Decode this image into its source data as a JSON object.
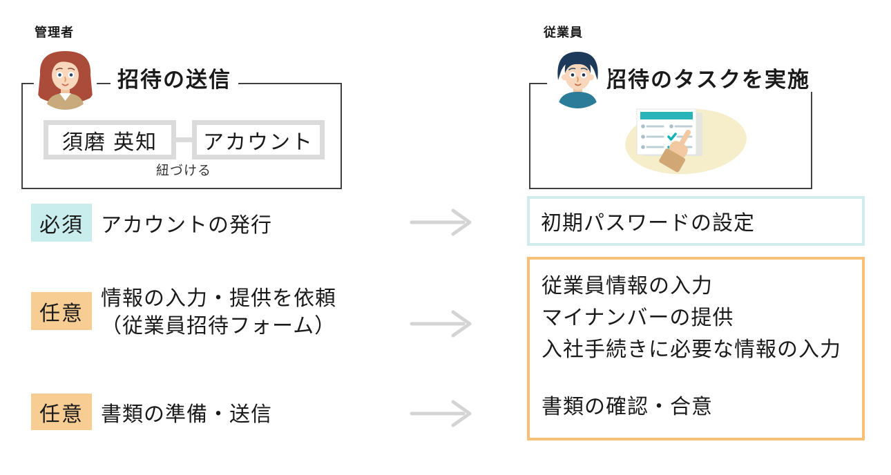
{
  "admin_section": {
    "role_label": "管理者",
    "frame_title": "招待の送信",
    "employee_name_box": "須磨 英知",
    "account_box": "アカウント",
    "link_label": "紐づける"
  },
  "employee_section": {
    "role_label": "従業員",
    "frame_title": "招待のタスクを実施"
  },
  "task_rows": [
    {
      "badge_label": "必須",
      "badge_type": "required",
      "admin_task": "アカウントの発行"
    },
    {
      "badge_label": "任意",
      "badge_type": "optional",
      "admin_task_line1": "情報の入力・提供を依頼",
      "admin_task_line2": "（従業員招待フォーム）"
    },
    {
      "badge_label": "任意",
      "badge_type": "optional",
      "admin_task": "書類の準備・送信"
    }
  ],
  "employee_tasks": {
    "password_box_text": "初期パスワードの設定",
    "form_tasks": [
      "従業員情報の入力",
      "マイナンバーの提供",
      "入社手続きに必要な情報の入力"
    ],
    "document_task": "書類の確認・合意"
  },
  "icons": {
    "admin_avatar": "woman-avatar",
    "employee_avatar": "man-avatar",
    "checklist": "checklist-illustration",
    "arrow": "arrow-right-icon"
  },
  "palette": {
    "required_badge_bg": "#c9ecec",
    "optional_badge_bg": "#f8cd94",
    "password_box_border": "#d2ecee",
    "tasks_box_border": "#f8bf76",
    "arrow_color": "#d4d4d4",
    "frame_border": "#404040",
    "inner_box_border": "#dbdbdb",
    "checklist_teal": "#28b4b8"
  }
}
